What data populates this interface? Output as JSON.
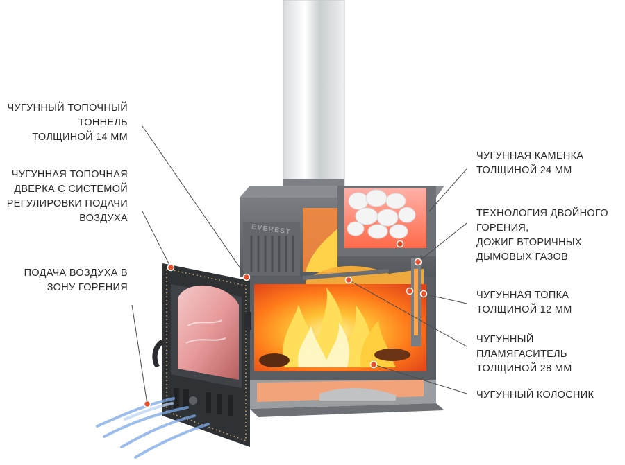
{
  "labels": {
    "tunnel": [
      "ЧУГУННЫЙ ТОПОЧНЫЙ",
      "ТОННЕЛЬ",
      "ТОЛЩИНОЙ 14 ММ"
    ],
    "door": [
      "ЧУГУННАЯ ТОПОЧНАЯ",
      "ДВЕРКА С СИСТЕМОЙ",
      "РЕГУЛИРОВКИ ПОДАЧИ",
      "ВОЗДУХА"
    ],
    "air": [
      "ПОДАЧА ВОЗДУХА В",
      "ЗОНУ ГОРЕНИЯ"
    ],
    "kamenka": [
      "ЧУГУННАЯ КАМЕНКА",
      "ТОЛЩИНОЙ 24 ММ"
    ],
    "double_burn": [
      "ТЕХНОЛОГИЯ ДВОЙНОГО",
      "ГОРЕНИЯ,",
      "ДОЖИГ ВТОРИЧНЫХ",
      "ДЫМОВЫХ ГАЗОВ"
    ],
    "firebox": [
      "ЧУГУННАЯ ТОПКА",
      "ТОЛЩИНОЙ 12 ММ"
    ],
    "flame_damper": [
      "ЧУГУННЫЙ",
      "ПЛАМЯГАСИТЕЛЬ",
      "ТОЛЩИНОЙ 28 ММ"
    ],
    "grate": [
      "ЧУГУННЫЙ КОЛОСНИК"
    ]
  },
  "brand": "EVEREST",
  "colors": {
    "text": "#2a2a2a",
    "leader": "#4a4a4a",
    "marker": "#e8502a",
    "iron": "#5b5f63",
    "fire_glow": "#ff7a1a",
    "air": "#6f9fe0"
  }
}
